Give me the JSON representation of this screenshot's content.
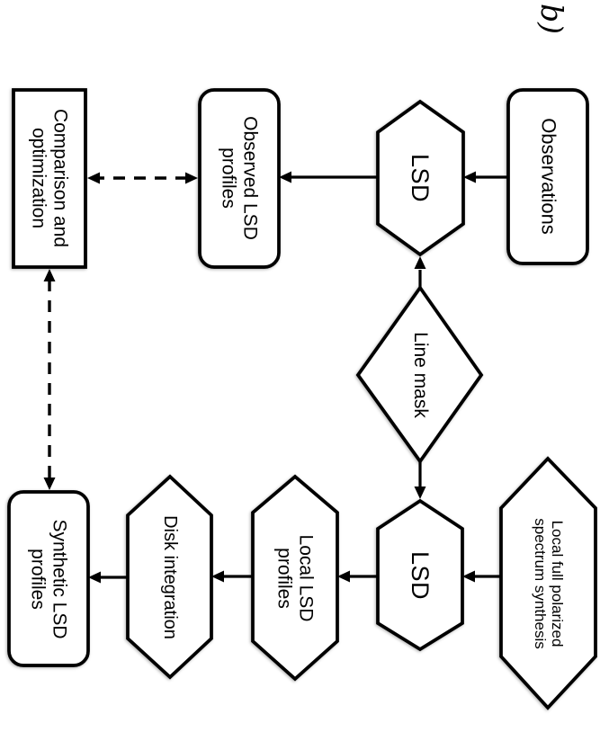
{
  "figure_label": "b)",
  "colors": {
    "stroke": "#000000",
    "fill": "#ffffff",
    "background": "#ffffff"
  },
  "nodes": {
    "observations": {
      "label": "Observations",
      "shape": "rounded-rect"
    },
    "lsd_observed": {
      "label": "LSD",
      "shape": "hexagon"
    },
    "observed_profiles": {
      "label": "Observed LSD\nprofiles",
      "shape": "rounded-rect"
    },
    "comparison": {
      "label": "Comparison and\noptimization",
      "shape": "rect"
    },
    "line_mask": {
      "label": "Line mask",
      "shape": "diamond"
    },
    "local_synthesis": {
      "label": "Local full polarized\nspectrum synthesis",
      "shape": "hexagon"
    },
    "lsd_synthetic": {
      "label": "LSD",
      "shape": "hexagon"
    },
    "local_profiles": {
      "label": "Local LSD\nprofiles",
      "shape": "hexagon"
    },
    "disk_integration": {
      "label": "Disk integration",
      "shape": "hexagon"
    },
    "synthetic_profiles": {
      "label": "Synthetic LSD\nprofiles",
      "shape": "rounded-rect"
    }
  },
  "edges": [
    {
      "from": "observations",
      "to": "lsd_observed",
      "style": "solid"
    },
    {
      "from": "lsd_observed",
      "to": "observed_profiles",
      "style": "solid"
    },
    {
      "from": "line_mask",
      "to": "lsd_observed",
      "style": "solid"
    },
    {
      "from": "line_mask",
      "to": "lsd_synthetic",
      "style": "solid"
    },
    {
      "from": "local_synthesis",
      "to": "lsd_synthetic",
      "style": "solid"
    },
    {
      "from": "lsd_synthetic",
      "to": "local_profiles",
      "style": "solid"
    },
    {
      "from": "local_profiles",
      "to": "disk_integration",
      "style": "solid"
    },
    {
      "from": "disk_integration",
      "to": "synthetic_profiles",
      "style": "solid"
    },
    {
      "from": "observed_profiles",
      "to": "comparison",
      "style": "dashed-double"
    },
    {
      "from": "synthetic_profiles",
      "to": "comparison",
      "style": "dashed-double"
    }
  ]
}
